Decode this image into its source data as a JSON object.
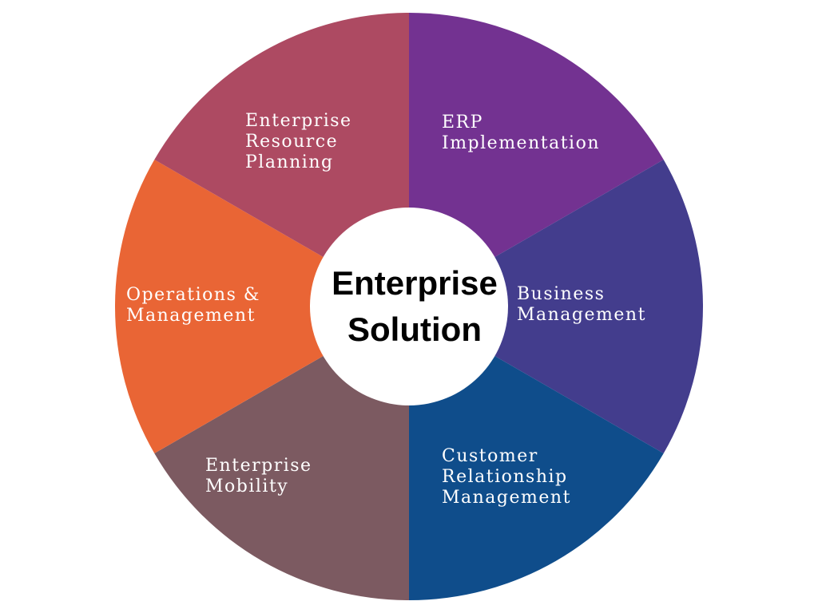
{
  "center": {
    "line1": "Enterprise",
    "line2": "Solution"
  },
  "segments": [
    {
      "id": "erp-implementation",
      "color": "#733291",
      "lines": [
        "ERP",
        "Implementation"
      ]
    },
    {
      "id": "business-management",
      "color": "#433d8d",
      "lines": [
        "Business",
        "Management"
      ]
    },
    {
      "id": "customer-relationship-management",
      "color": "#0f4d8b",
      "lines": [
        "Customer",
        "Relationship",
        "Management"
      ]
    },
    {
      "id": "enterprise-mobility",
      "color": "#7c5a61",
      "lines": [
        "Enterprise",
        "Mobility"
      ]
    },
    {
      "id": "operations-management",
      "color": "#e96535",
      "lines": [
        "Operations &",
        "Management"
      ]
    },
    {
      "id": "enterprise-resource-planning",
      "color": "#ad4a62",
      "lines": [
        "Enterprise",
        "Resource",
        "Planning"
      ]
    }
  ]
}
